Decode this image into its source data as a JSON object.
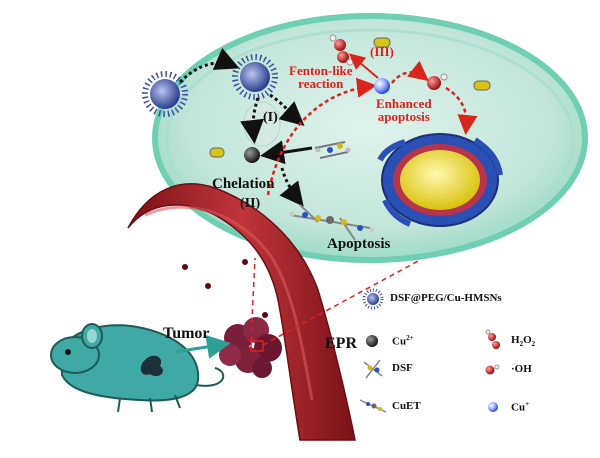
{
  "diagram": {
    "labels": {
      "fenton": "Fenton-like\nreaction",
      "step3": "(III)",
      "enhanced": "Enhanced\napoptosis",
      "step1": "(I)",
      "chelation": "Chelation",
      "step2": "(II)",
      "apoptosis": "Apoptosis",
      "tumor": "Tumor",
      "epr": "EPR"
    },
    "legend": [
      {
        "key": "nano",
        "text": "DSF@PEG/Cu-HMSNs"
      },
      {
        "key": "cu2",
        "text": "Cu",
        "sup": "2+"
      },
      {
        "key": "h2o2",
        "text": "H",
        "sub": "2",
        "text2": "O",
        "sub2": "2"
      },
      {
        "key": "dsf",
        "text": "DSF"
      },
      {
        "key": "oh",
        "text": "·OH"
      },
      {
        "key": "cuet",
        "text": "CuET"
      },
      {
        "key": "cu1",
        "text": "Cu",
        "sup": "+"
      }
    ],
    "colors": {
      "cell_fill": "#bfe3d6",
      "cell_edge": "#5cc4a8",
      "vessel": "#a8232b",
      "mouse": "#3fa9a6",
      "nano": "#4a5fb0",
      "red_arrow": "#d9251c",
      "black_arrow": "#111111",
      "nucleus_ring": "#2a4fb5",
      "nucleus_core": "#e8d61a",
      "tumor": "#7a1f3a"
    }
  }
}
